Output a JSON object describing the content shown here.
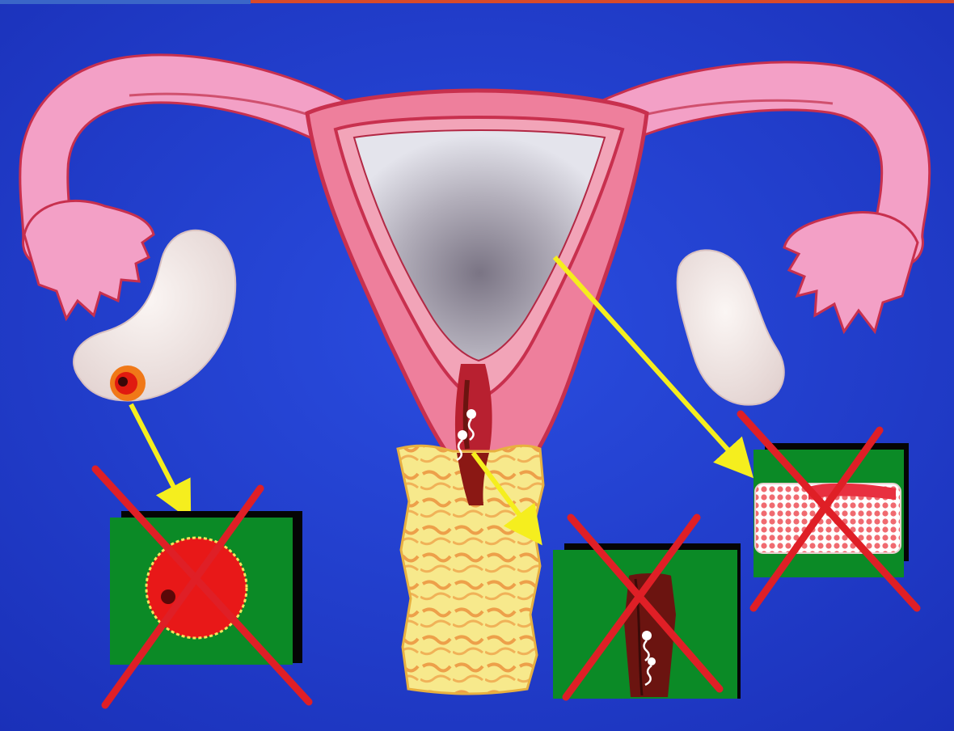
{
  "diagram": {
    "subject": "uterus-with-ovaries-and-cervix",
    "colors": {
      "background": "#1f3fd6",
      "background_dark": "#1a2fb5",
      "top_strip": "#3a66c8",
      "top_rule": "#d84a2a",
      "tissue_pink": "#ee7f9c",
      "tissue_light": "#f4a3bd",
      "tissue_outline": "#c8304e",
      "tube_pink": "#f3a0c6",
      "ovary": "#f1e7e4",
      "cavity_light": "#e2e2ea",
      "cavity_dark": "#7a7484",
      "vagina_yellow": "#f6e47e",
      "vagina_orange": "#eb9a45",
      "arrow_yellow": "#f5ee1e",
      "panel_green": "#0b8a26",
      "panel_shadow": "#050505",
      "cross_red": "#df1f26",
      "follicle_red": "#e81818",
      "mucus_dark": "#6b1410",
      "sperm_white": "#ffffff"
    },
    "icons": [
      "ovulating-follicle-icon",
      "cervical-mucus-with-sperm-icon",
      "endometrium-lining-icon",
      "cross-out-icon"
    ],
    "panels": [
      {
        "id": "follicle",
        "crossed": true
      },
      {
        "id": "cervical-mucus",
        "crossed": true
      },
      {
        "id": "endometrium",
        "crossed": true
      }
    ]
  }
}
